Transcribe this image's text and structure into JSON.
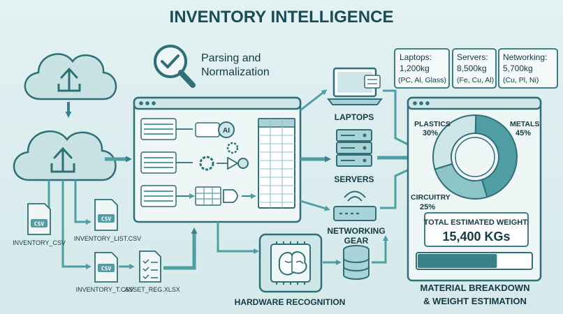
{
  "title": "INVENTORY INTELLIGENCE",
  "parsing_label_line1": "Parsing and",
  "parsing_label_line2": "Normalization",
  "files": [
    {
      "badge": "CSV",
      "name": "INVENTORY_CSV"
    },
    {
      "badge": "CSV",
      "name": "INVENTORY_LIST.CSV"
    },
    {
      "badge": "CSV",
      "name": "INVENTORY_T.CSV"
    },
    {
      "badge": "",
      "name": "ASSET_REG.XLSX"
    }
  ],
  "ai_badge": "AI",
  "hardware": [
    {
      "label_line1": "LAPTOPS",
      "label_line2": "",
      "icon": "laptop-icon"
    },
    {
      "label_line1": "SERVERS",
      "label_line2": "",
      "icon": "server-icon"
    },
    {
      "label_line1": "NETWORKING",
      "label_line2": "GEAR",
      "icon": "router-icon"
    }
  ],
  "hardware_recognition_label": "HARDWARE RECOGNITION",
  "callouts": [
    {
      "line1": "Laptops:",
      "line2": "1,200kg",
      "line3": "(PC, Al, Glass)"
    },
    {
      "line1": "Servers:",
      "line2": "8,500kg",
      "line3": "(Fe, Cu, Al)"
    },
    {
      "line1": "Networking:",
      "line2": "5,700kg",
      "line3": "(Cu, Pl, Ni)"
    }
  ],
  "chart_data": {
    "type": "pie",
    "categories": [
      "PLASTICS",
      "METALS",
      "CIRCUITRY"
    ],
    "values": [
      30,
      45,
      25
    ],
    "value_labels": [
      "30%",
      "45%",
      "25%"
    ],
    "colors": [
      "#cfe6e8",
      "#4f9ea4",
      "#8cc4c8"
    ]
  },
  "total_label": "TOTAL ESTIMATED WEIGHT:",
  "total_value": "15,400 KGs",
  "progress_fraction": 0.7,
  "breakdown_label_line1": "MATERIAL BREAKDOWN",
  "breakdown_label_line2": "& WEIGHT ESTIMATION",
  "colors": {
    "teal_dark": "#2f6f77",
    "teal": "#4f9ea4",
    "teal_light": "#a9d3d6",
    "panel": "#eef6f6",
    "ink": "#143a44"
  }
}
